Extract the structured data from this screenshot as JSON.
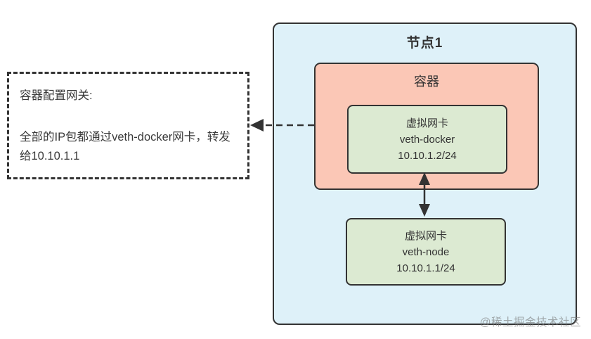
{
  "diagram": {
    "node": {
      "title": "节点1"
    },
    "container_box": {
      "title": "容器"
    },
    "nic_docker": {
      "title": "虚拟网卡",
      "name": "veth-docker",
      "ip": "10.10.1.2/24"
    },
    "nic_node": {
      "title": "虚拟网卡",
      "name": "veth-node",
      "ip": "10.10.1.1/24"
    },
    "note": {
      "heading": "容器配置网关:",
      "body": "全部的IP包都通过veth-docker网卡，转发给10.10.1.1"
    },
    "watermark": "@稀土掘金技术社区"
  },
  "colors": {
    "node_fill": "#def1f9",
    "container_fill": "#fbc7b6",
    "nic_fill": "#dcead2",
    "border": "#333333",
    "watermark": "#787878"
  }
}
